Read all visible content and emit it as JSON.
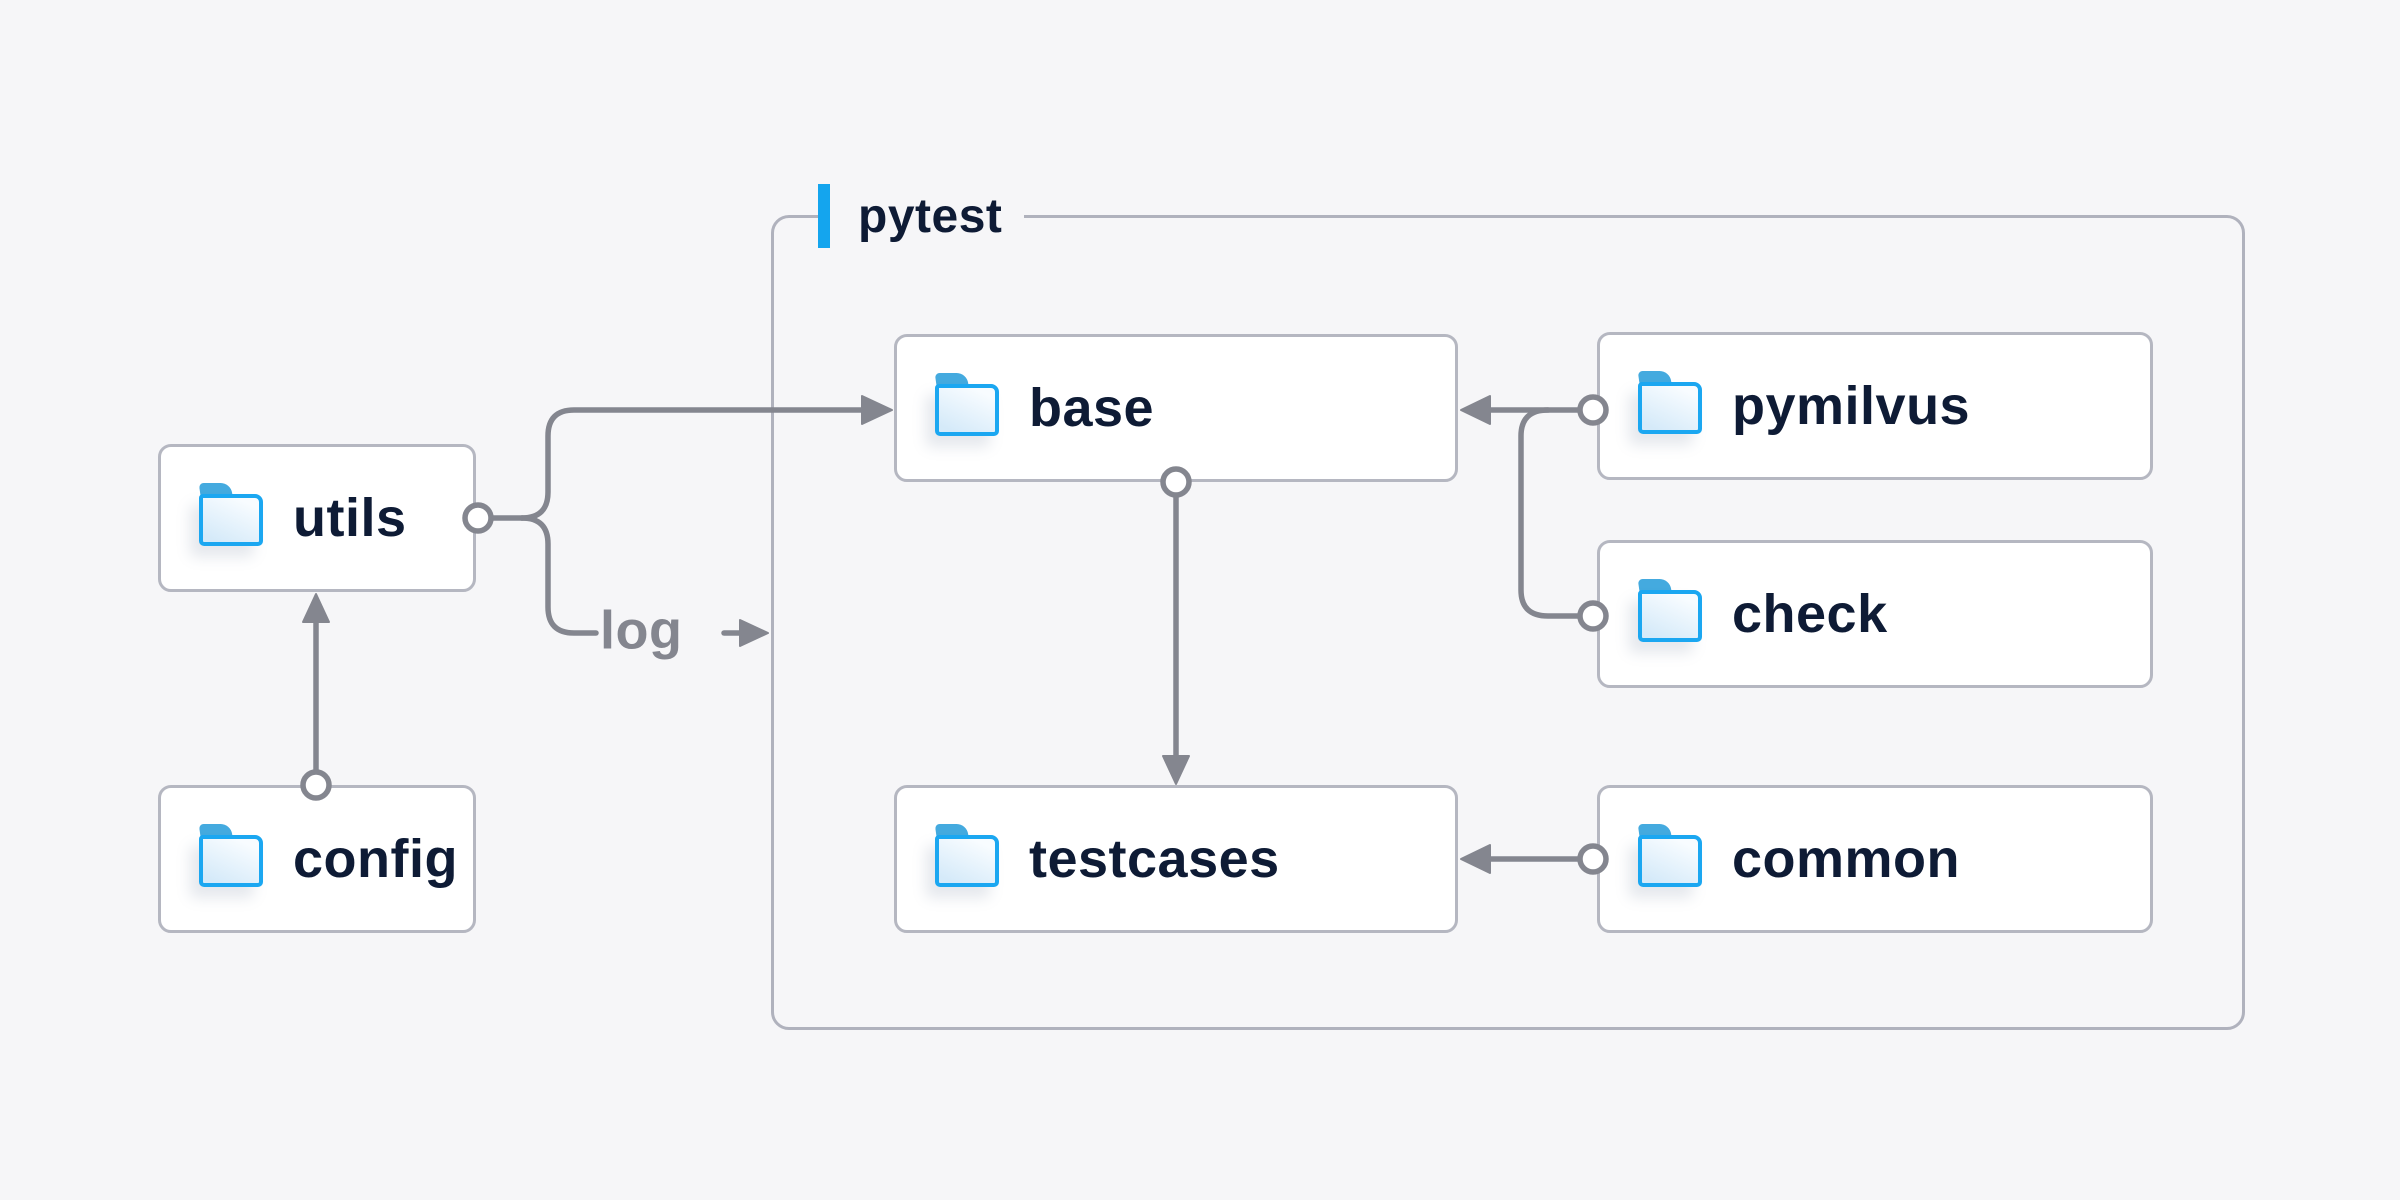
{
  "diagram": {
    "container": {
      "label": "pytest"
    },
    "nodes": {
      "utils": {
        "label": "utils"
      },
      "config": {
        "label": "config"
      },
      "base": {
        "label": "base"
      },
      "testcases": {
        "label": "testcases"
      },
      "pymilvus": {
        "label": "pymilvus"
      },
      "check": {
        "label": "check"
      },
      "common": {
        "label": "common"
      }
    },
    "edge_labels": {
      "log": "log"
    },
    "connections": [
      {
        "from": "config",
        "to": "utils"
      },
      {
        "from": "utils",
        "to": "base"
      },
      {
        "from": "utils",
        "to": "pytest",
        "label": "log"
      },
      {
        "from": "pymilvus",
        "to": "base"
      },
      {
        "from": "check",
        "to": "base"
      },
      {
        "from": "base",
        "to": "testcases"
      },
      {
        "from": "common",
        "to": "testcases"
      }
    ],
    "colors": {
      "background": "#f6f6f8",
      "node_fill": "#ffffff",
      "node_border": "#b5b7c1",
      "container_border": "#b0b2bd",
      "text": "#0e1b35",
      "connector_gray": "#84868f",
      "accent_blue": "#14a5ee",
      "folder_blue": "#1ba7f1"
    }
  }
}
